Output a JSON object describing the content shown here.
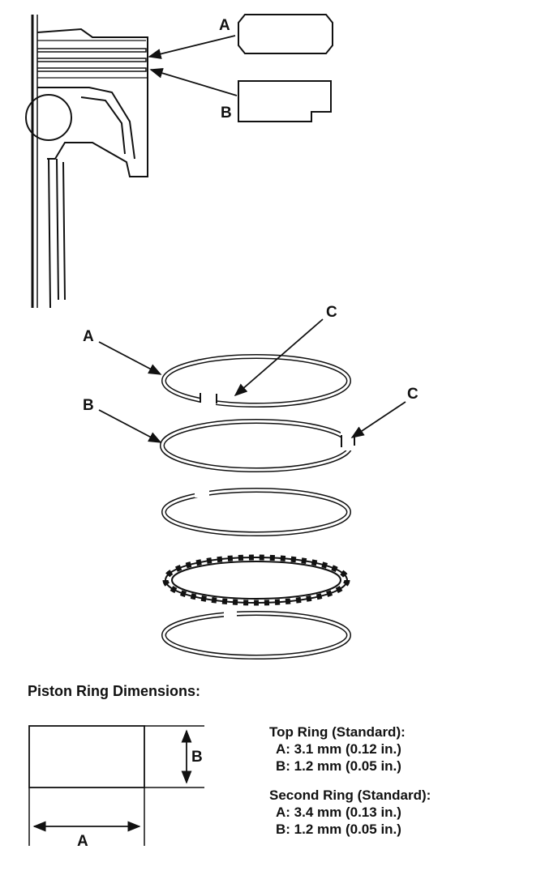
{
  "piston_detail": {
    "label_a": "A",
    "label_b": "B"
  },
  "ring_set": {
    "label_a": "A",
    "label_b": "B",
    "label_c1": "C",
    "label_c2": "C"
  },
  "dimensions": {
    "title": "Piston Ring Dimensions:",
    "label_a": "A",
    "label_b": "B",
    "top_ring": {
      "heading": "Top Ring (Standard):",
      "a": "A: 3.1 mm (0.12 in.)",
      "b": "B: 1.2 mm (0.05 in.)"
    },
    "second_ring": {
      "heading": "Second Ring (Standard):",
      "a": "A: 3.4 mm (0.13 in.)",
      "b": "B: 1.2 mm (0.05 in.)"
    }
  }
}
